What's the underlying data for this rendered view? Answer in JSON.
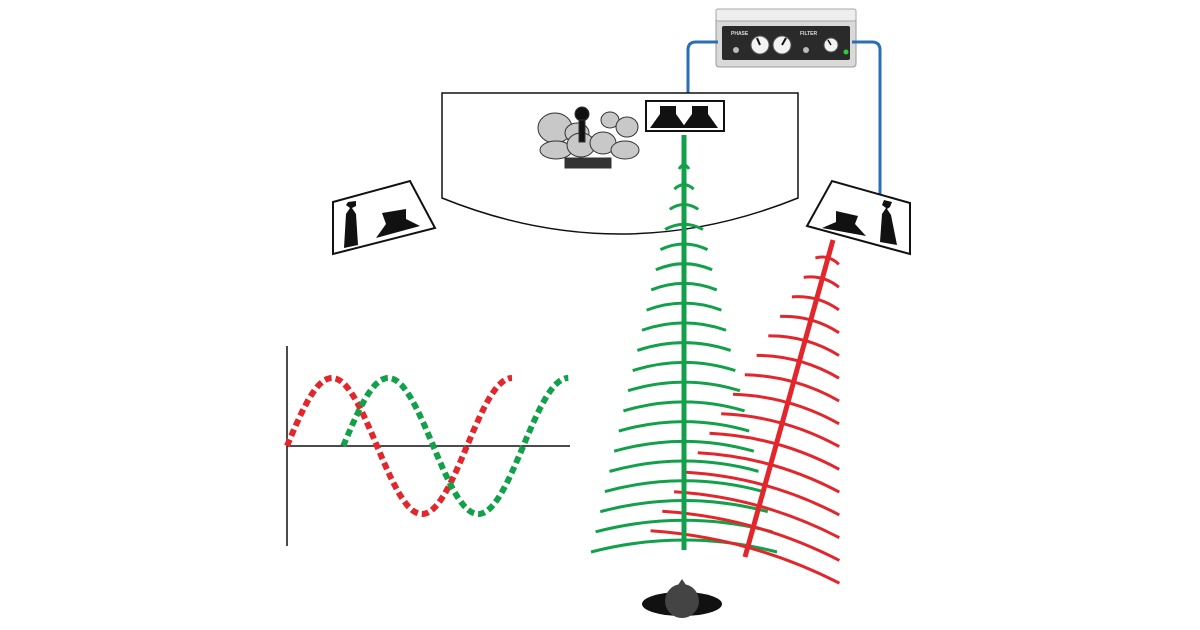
{
  "device": {
    "label_phase": "PHASE",
    "label_filter": "FILTER"
  },
  "colors": {
    "close_path": "#12a14a",
    "far_path": "#e3262b",
    "cable": "#2a6fb5",
    "outline": "#111111",
    "drum_gray": "#c8c8c8"
  },
  "wave": {
    "cycles_shown": 1.25,
    "phase_offset_cycles": 0.25
  },
  "wavefronts": {
    "close_count": 20,
    "far_count": 15
  }
}
